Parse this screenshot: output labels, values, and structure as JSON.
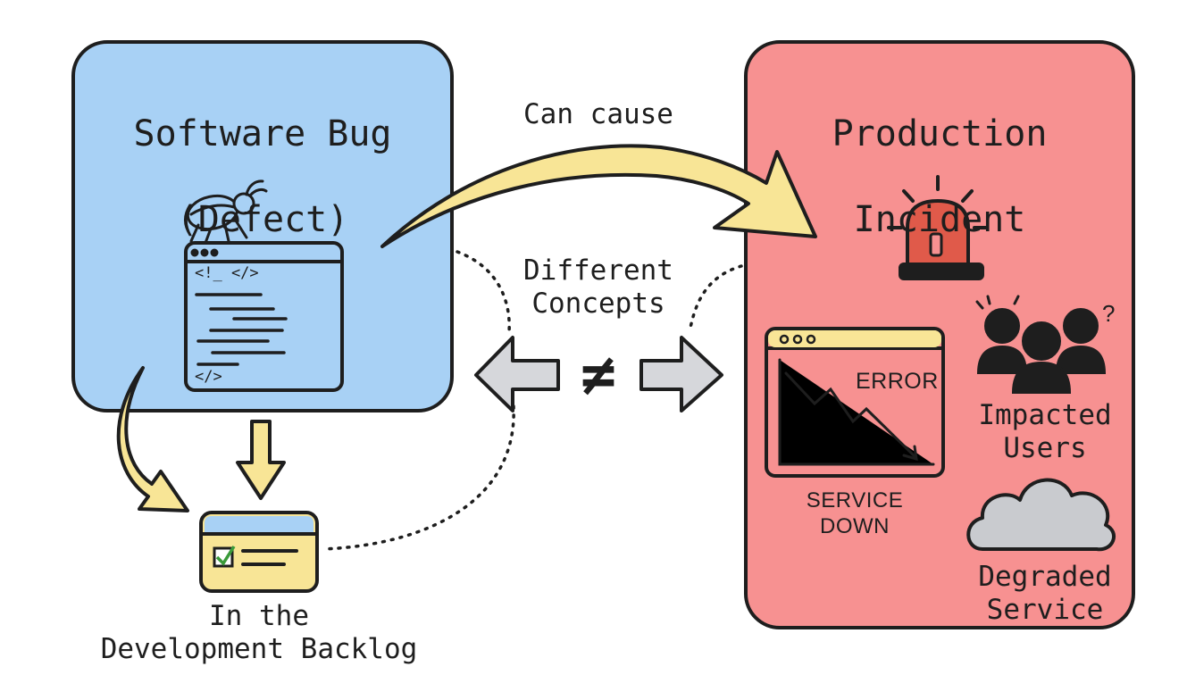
{
  "bug": {
    "title_line1": "Software Bug",
    "title_line2": "(Defect)",
    "code_open": "<!_ </>",
    "code_close": "</>"
  },
  "incident": {
    "title_line1": "Production",
    "title_line2": "Incident",
    "error_text": "ERROR",
    "service_down": "SERVICE\nDOWN",
    "impacted_users": "Impacted\nUsers",
    "degraded_service": "Degraded\nService"
  },
  "relations": {
    "can_cause": "Can cause",
    "different_concepts": "Different\nConcepts",
    "not_equal_symbol": "≠"
  },
  "backlog": {
    "label": "In the\nDevelopment Backlog"
  },
  "colors": {
    "bug_fill": "#a8d1f5",
    "incident_fill": "#f79191",
    "arrow_yellow": "#f8e596",
    "arrow_gray": "#d6d7db",
    "siren_red": "#e05a4a",
    "cloud_gray": "#c9cbcf",
    "check_green": "#6dbf6b",
    "outline": "#1e1e1e"
  },
  "icons": [
    "bug-icon",
    "code-window-icon",
    "siren-icon",
    "error-chart-window-icon",
    "people-icon",
    "cloud-icon",
    "backlog-card-icon",
    "checkbox-icon"
  ]
}
